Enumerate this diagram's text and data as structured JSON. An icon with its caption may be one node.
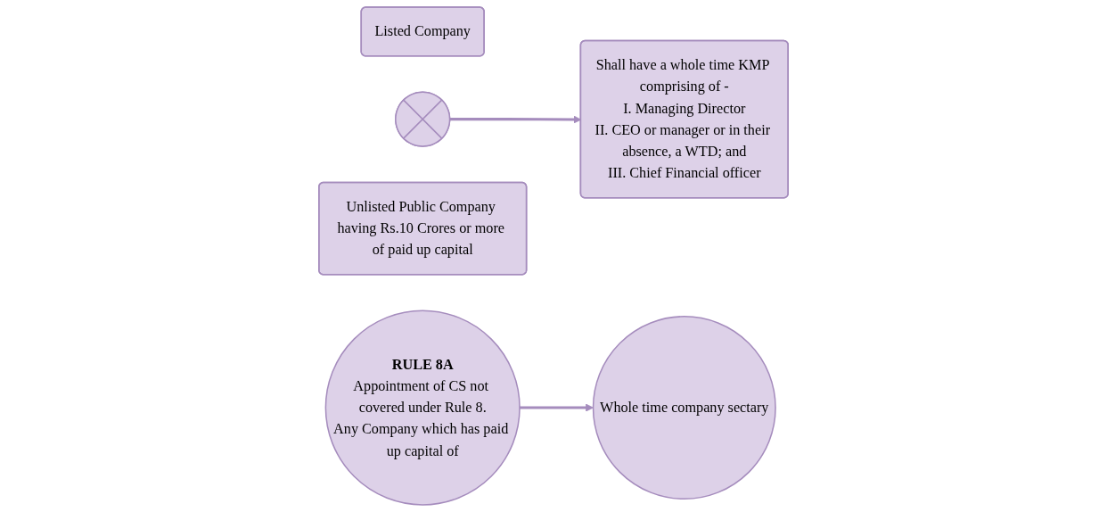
{
  "diagram": {
    "nodes": [
      {
        "text": [
          "Listed Company"
        ]
      },
      {
        "text": [],
        "shape": "cross"
      },
      {
        "text": [
          "Unlisted Public Company having Rs.10 Crores or more of paid up capital"
        ]
      },
      {
        "text": [
          "Shall have a whole time KMP comprising of -",
          "I. Managing Director",
          "II. CEO or manager or in their absence, a WTD; and",
          "III. Chief Financial officer"
        ]
      },
      {
        "text": [
          "RULE 8A",
          "Appointment of CS not covered under Rule 8.",
          "Any Company which has paid up capital of"
        ]
      },
      {
        "text": [
          "Whole time company sectary"
        ]
      }
    ],
    "edges": [
      {
        "from": 1,
        "to": 3,
        "arrow": "to"
      },
      {
        "from": 4,
        "to": 5,
        "arrow": "to"
      }
    ]
  }
}
